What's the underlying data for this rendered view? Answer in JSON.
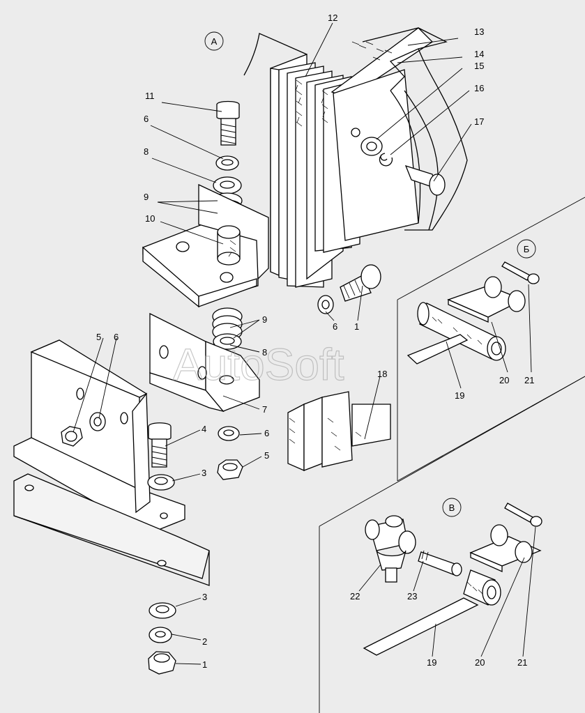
{
  "views": {
    "a": "А",
    "b": "Б",
    "v": "В"
  },
  "labels": {
    "n1": "1",
    "n1b": "1",
    "n2": "2",
    "n3": "3",
    "n3b": "3",
    "n4": "4",
    "n5": "5",
    "n5b": "5",
    "n6": "6",
    "n6b": "6",
    "n6c": "6",
    "n6d": "6",
    "n7": "7",
    "n8": "8",
    "n8b": "8",
    "n9": "9",
    "n9b": "9",
    "n10": "10",
    "n11": "11",
    "n12": "12",
    "n13": "13",
    "n14": "14",
    "n15": "15",
    "n16": "16",
    "n17": "17",
    "n18": "18",
    "n19": "19",
    "n19b": "19",
    "n20": "20",
    "n20b": "20",
    "n21": "21",
    "n21b": "21",
    "n22": "22",
    "n23": "23"
  },
  "watermark": "AutoSoft"
}
